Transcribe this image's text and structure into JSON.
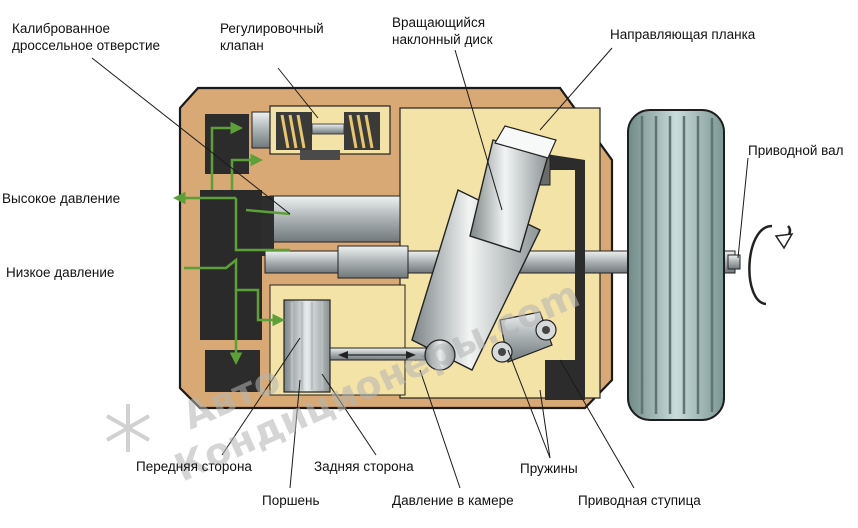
{
  "labels": {
    "calibrated_orifice": [
      "Калиброванное",
      "дроссельное отверстие"
    ],
    "control_valve": [
      "Регулировочный",
      "клапан"
    ],
    "swash_plate": [
      "Вращающийся",
      "наклонный диск"
    ],
    "guide_bar": "Направляющая планка",
    "drive_shaft": "Приводной вал",
    "high_pressure": "Высокое давление",
    "low_pressure": "Низкое давление",
    "front_side": "Передняя сторона",
    "rear_side": "Задняя сторона",
    "springs": "Пружины",
    "piston": "Поршень",
    "chamber_pressure": "Давление в камере",
    "drive_hub": "Приводная ступица"
  },
  "watermark": {
    "line1": "Авто",
    "line2": "Кондиционеры.com"
  },
  "colors": {
    "housing": "#d8a974",
    "cavity": "#f4e3a6",
    "metal": "#bcc2c3",
    "dark": "#2e2e2e",
    "pulley": "#9fb8b6",
    "flow": "#5ca038"
  }
}
